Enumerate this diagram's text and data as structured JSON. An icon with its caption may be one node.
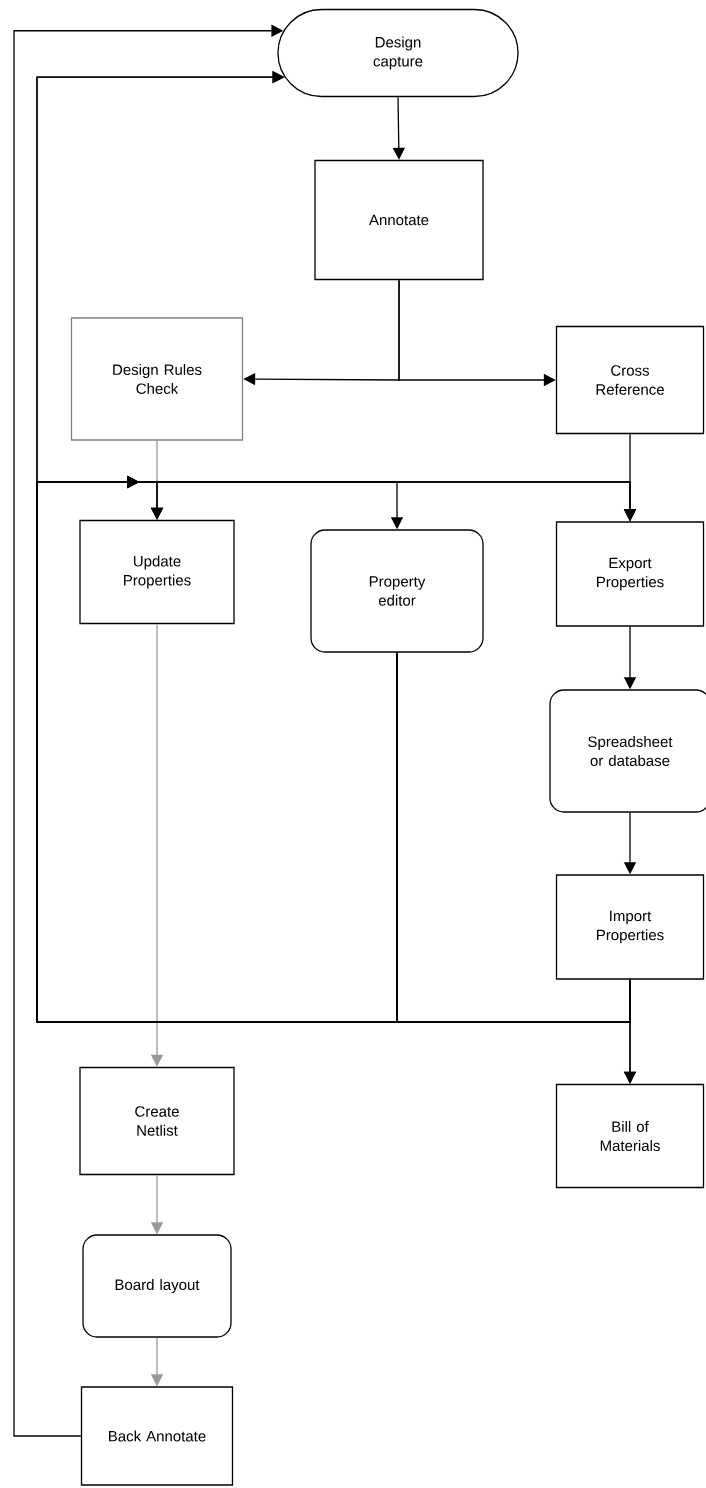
{
  "diagram": {
    "nodes": [
      {
        "text": [
          "Design capture"
        ]
      },
      {
        "text": [
          "Annotate"
        ]
      },
      {
        "text": [
          "Design Rules Check"
        ]
      },
      {
        "text": [
          "Cross Reference"
        ]
      },
      {
        "text": [
          "Update Properties"
        ]
      },
      {
        "text": [
          "Property editor"
        ]
      },
      {
        "text": [
          "Export Properties"
        ]
      },
      {
        "text": [
          "Spreadsheet or database"
        ]
      },
      {
        "text": [
          "Import Properties"
        ]
      },
      {
        "text": [
          "Bill of Materials"
        ]
      },
      {
        "text": [
          "Create Netlist"
        ]
      },
      {
        "text": [
          "Board layout"
        ]
      },
      {
        "text": [
          "Back Annotate"
        ]
      }
    ],
    "edges": [
      {
        "from": 0,
        "to": 1,
        "arrow": "to"
      },
      {
        "from": 1,
        "to": 2,
        "arrow": "to"
      },
      {
        "from": 1,
        "to": 3,
        "arrow": "to"
      },
      {
        "from": 3,
        "to": 6,
        "arrow": "to"
      },
      {
        "from": 2,
        "to": 4,
        "arrow": "to",
        "color": "#999999"
      },
      {
        "from": 6,
        "to": 7,
        "arrow": "to"
      },
      {
        "from": 7,
        "to": 8,
        "arrow": "to"
      },
      {
        "from": 8,
        "to": 9,
        "arrow": "to"
      },
      {
        "from": 4,
        "to": 10,
        "arrow": "to",
        "color": "#999999"
      },
      {
        "from": 10,
        "to": 11,
        "arrow": "to",
        "color": "#999999"
      },
      {
        "from": 11,
        "to": 12,
        "arrow": "to",
        "color": "#999999"
      },
      {
        "from": 12,
        "to": 0,
        "arrow": "to"
      },
      {
        "from": 5,
        "to": 0,
        "arrow": "to"
      },
      {
        "from": 8,
        "to": 0,
        "arrow": "to"
      },
      {
        "from": 5,
        "to": 4,
        "arrow": "to"
      },
      {
        "from": 5,
        "to": 6,
        "arrow": "to"
      },
      {
        "from": 8,
        "to": 4,
        "arrow": "to"
      },
      {
        "from": 8,
        "to": 6,
        "arrow": "to"
      },
      {
        "from": 8,
        "to": 5,
        "arrow": "to"
      },
      {
        "from": 5,
        "to": 9,
        "arrow": "to"
      }
    ]
  }
}
